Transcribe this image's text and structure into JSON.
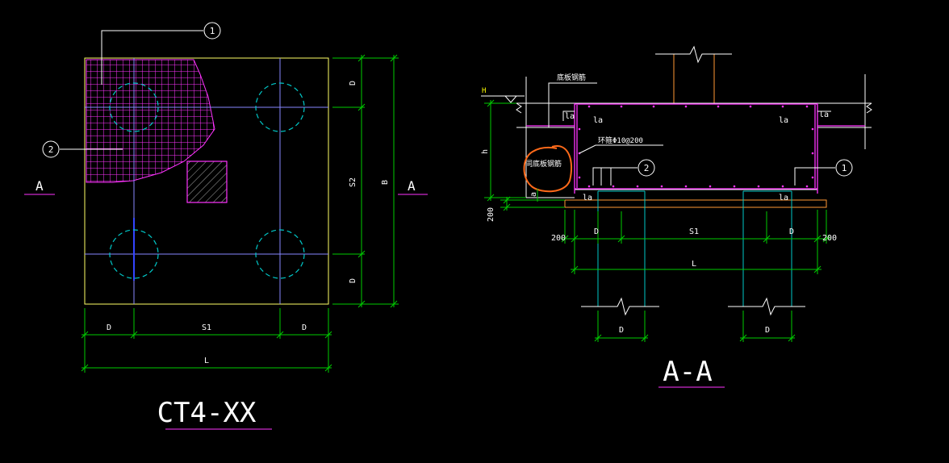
{
  "colors": {
    "background": "#000000",
    "outline": "#ffff66",
    "dimension": "#00cc00",
    "centerline": "#8888ff",
    "pile": "#00c8c8",
    "rebar": "#ff33ff",
    "leader": "#ffffff",
    "pedestal": "#ff9933",
    "highlight": "#ff6a1a",
    "section_mark": "#ff33ff"
  },
  "plan": {
    "title": "CT4-XX",
    "section_mark_left": "A",
    "section_mark_right": "A",
    "callout_1": "1",
    "callout_2": "2",
    "dim_D_left": "D",
    "dim_S1": "S1",
    "dim_D_right": "D",
    "dim_L": "L",
    "dim_D_top": "D",
    "dim_S2": "S2",
    "dim_D_bottom": "D",
    "dim_B": "B"
  },
  "section": {
    "title": "A-A",
    "level_mark": "H",
    "label_bottom_rebar": "底板钢筋",
    "label_ring_bar": "环箍Φ10@200",
    "label_same_as_bottom": "同底板钢筋",
    "callout_1": "1",
    "callout_2": "2",
    "la_labels": [
      "la",
      "la",
      "la",
      "la",
      "la",
      "la"
    ],
    "dim_h": "h",
    "dim_a": "a",
    "dim_200_left": "200",
    "dim_200_bottom_left": "200",
    "dim_D_left": "D",
    "dim_S1": "S1",
    "dim_D_right": "D",
    "dim_200_right": "200",
    "dim_L": "L",
    "pile_D_left": "D",
    "pile_D_right": "D"
  }
}
